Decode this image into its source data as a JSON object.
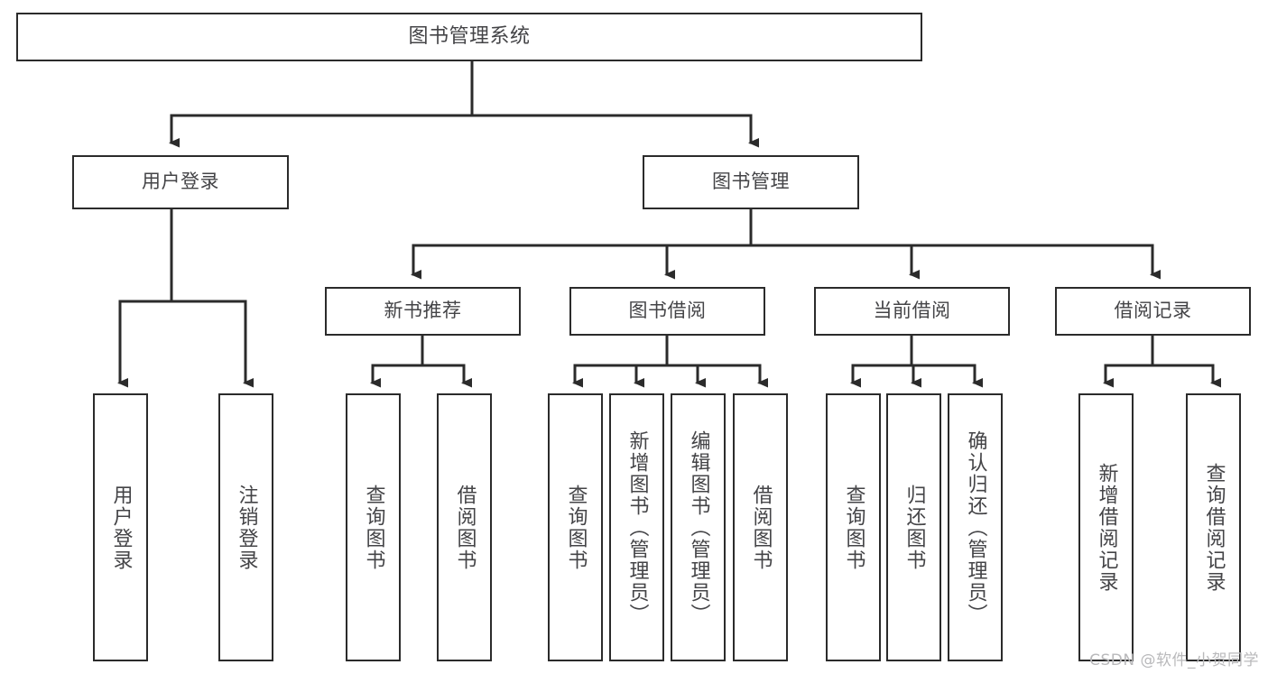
{
  "diagram": {
    "title": "图书管理系统",
    "watermark": "CSDN @软件_小贺同学",
    "style": {
      "border_color": "#2b2b2b",
      "text_color": "#444447",
      "background": "#ffffff",
      "watermark_color": "#b9b9bb"
    },
    "levels": {
      "root": {
        "label": "图书管理系统"
      },
      "level2": [
        {
          "label": "用户登录"
        },
        {
          "label": "图书管理"
        }
      ],
      "level3": [
        {
          "label": "新书推荐"
        },
        {
          "label": "图书借阅"
        },
        {
          "label": "当前借阅"
        },
        {
          "label": "借阅记录"
        }
      ],
      "leaves": {
        "user_login": [
          {
            "label": "用户登录"
          },
          {
            "label": "注销登录"
          }
        ],
        "new_book_recommend": [
          {
            "label": "查询图书"
          },
          {
            "label": "借阅图书"
          }
        ],
        "book_borrow": [
          {
            "label": "查询图书"
          },
          {
            "label": "新增图书（管理员）"
          },
          {
            "label": "编辑图书（管理员）"
          },
          {
            "label": "借阅图书"
          }
        ],
        "current_borrow": [
          {
            "label": "查询图书"
          },
          {
            "label": "归还图书"
          },
          {
            "label": "确认归还（管理员）"
          }
        ],
        "borrow_record": [
          {
            "label": "新增借阅记录"
          },
          {
            "label": "查询借阅记录"
          }
        ]
      }
    }
  }
}
